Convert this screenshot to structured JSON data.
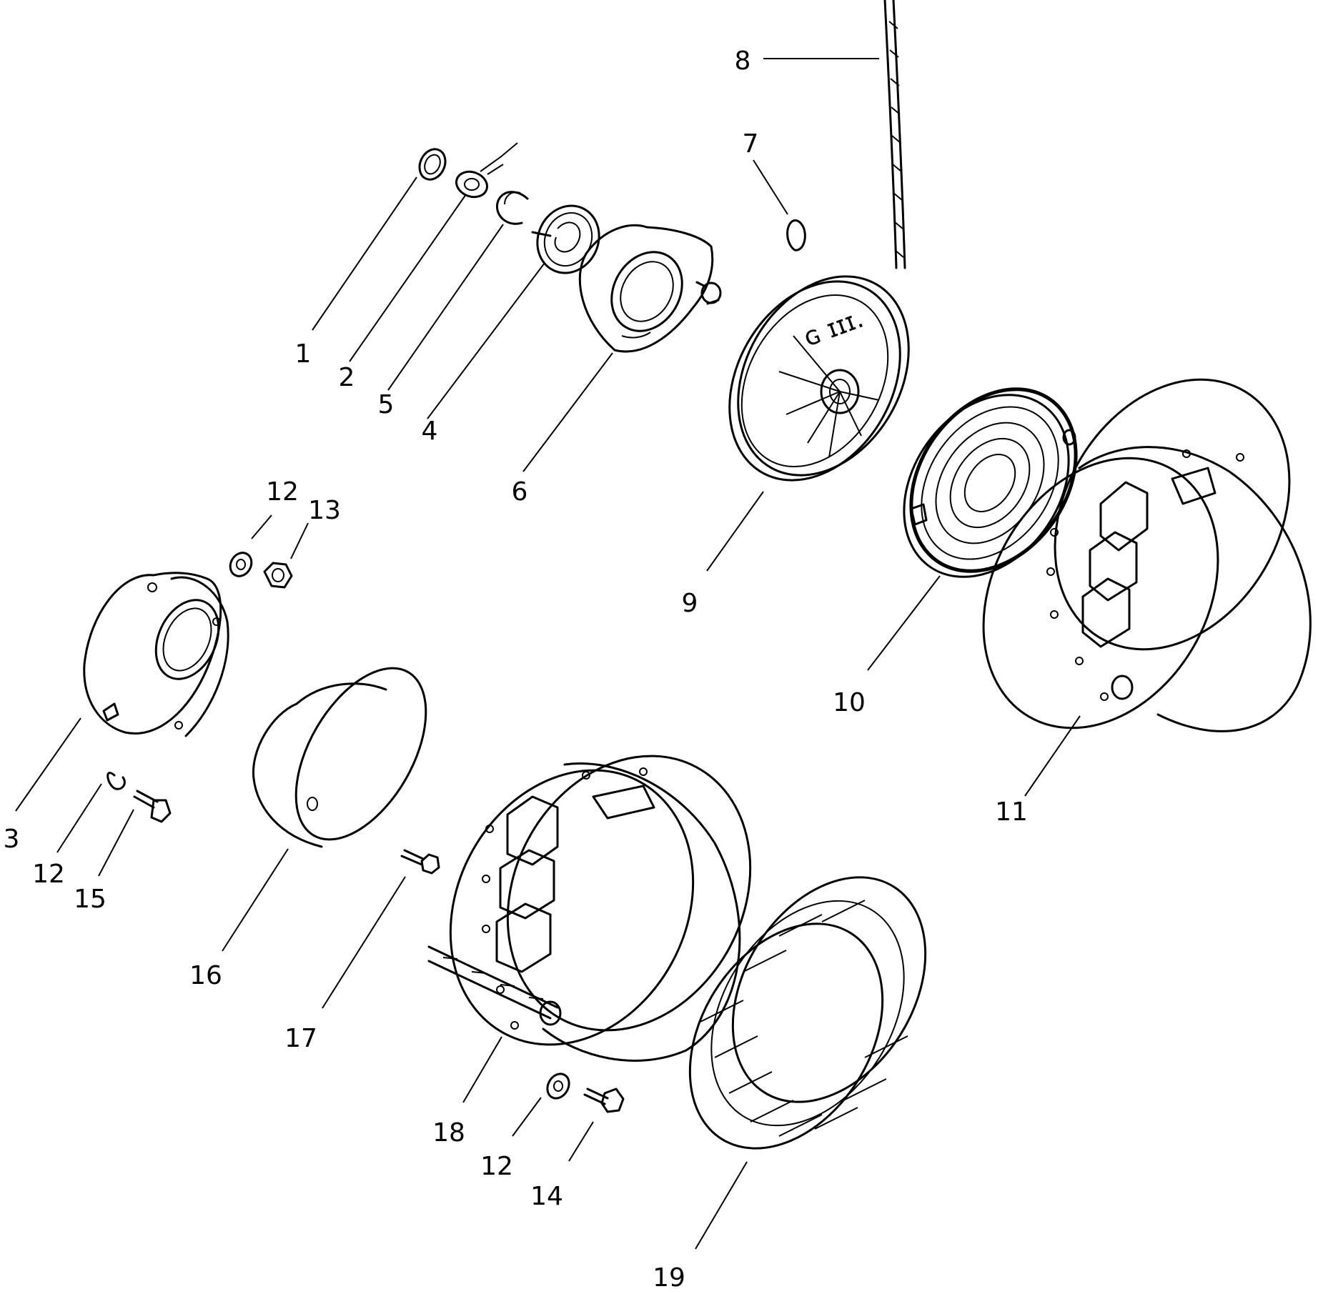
{
  "callouts": [
    {
      "id": "c1",
      "label": "1"
    },
    {
      "id": "c2",
      "label": "2"
    },
    {
      "id": "c5",
      "label": "5"
    },
    {
      "id": "c4",
      "label": "4"
    },
    {
      "id": "c6",
      "label": "6"
    },
    {
      "id": "c7",
      "label": "7"
    },
    {
      "id": "c8",
      "label": "8"
    },
    {
      "id": "c9",
      "label": "9"
    },
    {
      "id": "c10",
      "label": "10"
    },
    {
      "id": "c11",
      "label": "11"
    },
    {
      "id": "c12a",
      "label": "12"
    },
    {
      "id": "c13",
      "label": "13"
    },
    {
      "id": "c3",
      "label": "3"
    },
    {
      "id": "c12b",
      "label": "12"
    },
    {
      "id": "c15",
      "label": "15"
    },
    {
      "id": "c16",
      "label": "16"
    },
    {
      "id": "c17",
      "label": "17"
    },
    {
      "id": "c18",
      "label": "18"
    },
    {
      "id": "c12c",
      "label": "12"
    },
    {
      "id": "c14",
      "label": "14"
    },
    {
      "id": "c19",
      "label": "19"
    }
  ]
}
